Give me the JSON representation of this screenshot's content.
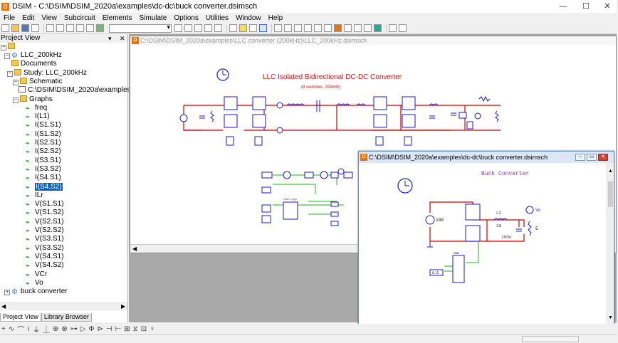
{
  "title": {
    "app_icon": "D",
    "text": "DSIM - C:\\DSIM\\DSIM_2020a\\examples\\dc-dc\\buck converter.dsimsch",
    "minimize": "—",
    "maximize": "☐",
    "close": "✕"
  },
  "menu": [
    "File",
    "Edit",
    "View",
    "Subcircuit",
    "Elements",
    "Simulate",
    "Options",
    "Utilities",
    "Window",
    "Help"
  ],
  "project_view": {
    "title": "Project View",
    "pin": "▾",
    "close": "✕",
    "tree": [
      {
        "label": "LLC_200kHz",
        "expander": "−",
        "icon": "project"
      },
      {
        "label": "Documents",
        "icon": "folder"
      },
      {
        "label": "Study: LLC_200kHz",
        "expander": "−",
        "icon": "folder"
      },
      {
        "label": "Schematic",
        "expander": "−",
        "icon": "folder"
      },
      {
        "label": "C:\\DSIM\\DSIM_2020a\\examples\\LLC",
        "icon": "schematic"
      },
      {
        "label": "Graphs",
        "expander": "−",
        "icon": "folder"
      },
      {
        "label": "freq",
        "icon": "graph"
      },
      {
        "label": "I(L1)",
        "icon": "graph"
      },
      {
        "label": "I(S1.S1)",
        "icon": "graph"
      },
      {
        "label": "I(S1.S2)",
        "icon": "graph"
      },
      {
        "label": "I(S2.S1)",
        "icon": "graph"
      },
      {
        "label": "I(S2.S2)",
        "icon": "graph"
      },
      {
        "label": "I(S3.S1)",
        "icon": "graph"
      },
      {
        "label": "I(S3.S2)",
        "icon": "graph"
      },
      {
        "label": "I(S4.S1)",
        "icon": "graph"
      },
      {
        "label": "I(S4.S2)",
        "icon": "graph",
        "selected": true
      },
      {
        "label": "ILr",
        "icon": "graph"
      },
      {
        "label": "V(S1.S1)",
        "icon": "graph"
      },
      {
        "label": "V(S1.S2)",
        "icon": "graph"
      },
      {
        "label": "V(S2.S1)",
        "icon": "graph"
      },
      {
        "label": "V(S2.S2)",
        "icon": "graph"
      },
      {
        "label": "V(S3.S1)",
        "icon": "graph"
      },
      {
        "label": "V(S3.S2)",
        "icon": "graph"
      },
      {
        "label": "V(S4.S1)",
        "icon": "graph"
      },
      {
        "label": "V(S4.S2)",
        "icon": "graph"
      },
      {
        "label": "VCr",
        "icon": "graph"
      },
      {
        "label": "Vo",
        "icon": "graph"
      },
      {
        "label": "buck converter",
        "expander": "+",
        "icon": "project"
      }
    ],
    "tabs": [
      "Project View",
      "Library Browser"
    ]
  },
  "window1": {
    "icon": "D",
    "title": "C:\\DSIM\\DSIM_2020a\\examples\\LLC converter (200kHz)\\LLC_200kHz.dsimsch",
    "schematic_title": "LLC Isolated Bidirectional DC-DC Converter",
    "schematic_subtitle": "(8 switches, 200kHz)",
    "control_label": "Gate Logic"
  },
  "window2": {
    "icon": "D",
    "title": "C:\\DSIM\\DSIM_2020a\\examples\\dc-dc\\buck converter.dsimsch",
    "schematic_title": "Buck Converter",
    "source_value": "100",
    "inductor_name": "L2",
    "inductor_value": "1m",
    "cap_value": "100u",
    "load_value": "5",
    "probe_label": "Vo",
    "duty_value": "0.5",
    "pwm_label": "PWM"
  },
  "colors": {
    "selection": "#0a64c8",
    "wire_red": "#d00000",
    "wire_green": "#1db31d",
    "component_blue": "#1a1ad0",
    "title_red": "#e01010",
    "title_violet": "#9b2fc8"
  }
}
